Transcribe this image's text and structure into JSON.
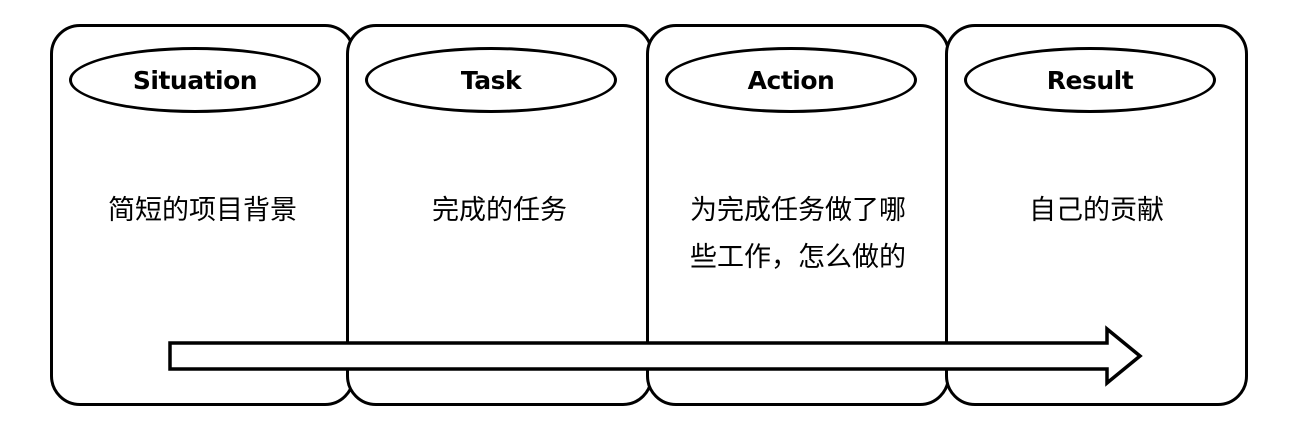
{
  "stages": [
    {
      "title": "Situation",
      "description": "简短的项目背景"
    },
    {
      "title": "Task",
      "description": "完成的任务"
    },
    {
      "title": "Action",
      "description": "为完成任务做了哪些工作，怎么做的"
    },
    {
      "title": "Result",
      "description": "自己的贡献"
    }
  ],
  "colors": {
    "stroke": "#000000",
    "fill": "#ffffff"
  }
}
